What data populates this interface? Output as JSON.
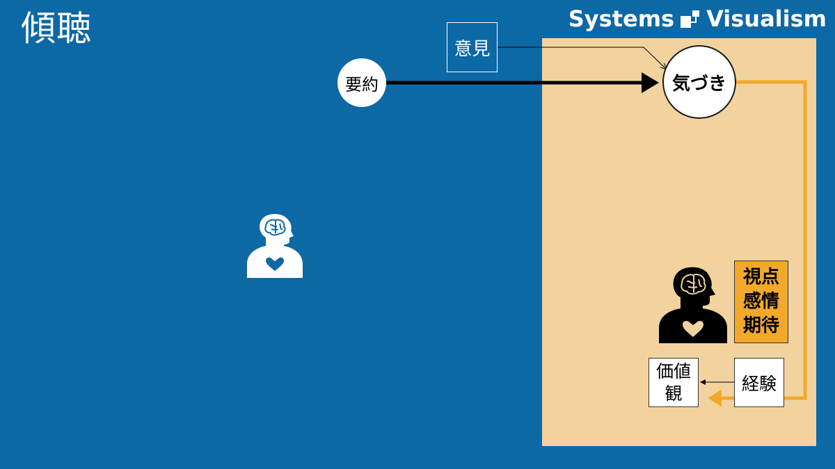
{
  "header": {
    "title": "傾聴",
    "brand_left": "Systems",
    "brand_right": "Visualism",
    "brand_logo": "systems-visualism-logo"
  },
  "diagram": {
    "summary": "要約",
    "opinion": "意見",
    "awareness": "気づき",
    "mindset": [
      "視点",
      "感情",
      "期待"
    ],
    "experience": "経験",
    "values": [
      "価値",
      "観"
    ]
  },
  "colors": {
    "background": "#0d68a6",
    "panel": "#f2d39f",
    "accent_orange": "#f2a92b",
    "arrow_black": "#000000"
  },
  "icons": {
    "listener": "person-brain-heart-icon",
    "speaker": "person-brain-heart-icon"
  }
}
